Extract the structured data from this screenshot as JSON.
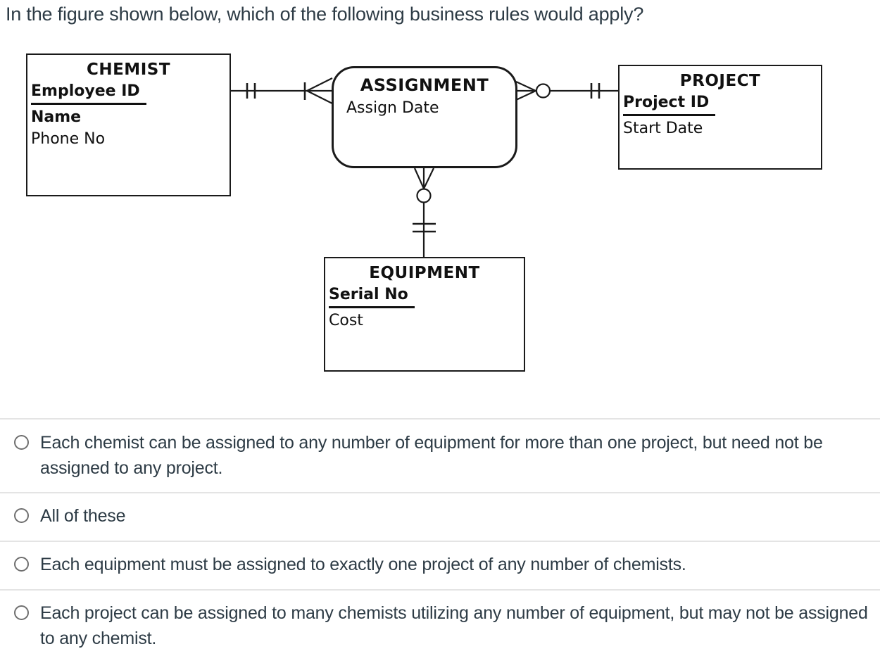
{
  "question": {
    "title": "In the figure shown below, which of the following business rules would apply?"
  },
  "diagram": {
    "entities": {
      "chemist": {
        "title": "CHEMIST",
        "key": "Employee ID",
        "attr_bold": "Name",
        "attr": "Phone No"
      },
      "assignment": {
        "title": "ASSIGNMENT",
        "attr": "Assign Date"
      },
      "project": {
        "title": "PROJECT",
        "key": "Project ID",
        "attr": "Start Date"
      },
      "equipment": {
        "title": "EQUIPMENT",
        "key": "Serial No",
        "attr": "Cost"
      }
    },
    "notation": {
      "chemist_side": "one-and-only-one (double tick)",
      "assignment_left_side": "one-or-many (bar + crow foot)",
      "assignment_right_side": "zero-or-many (crow foot + circle)",
      "project_side": "one-and-only-one (double tick)",
      "assignment_bottom_side": "zero-or-many (crow foot + circle)",
      "equipment_side": "one-and-only-one (double tick)"
    }
  },
  "options": [
    {
      "label": "Each chemist can be assigned to any number of equipment for more than one project, but need not be assigned to any project."
    },
    {
      "label": "All of these"
    },
    {
      "label": "Each equipment must be assigned to exactly one project of any number of chemists."
    },
    {
      "label": "Each project can be assigned to many chemists utilizing any number of equipment, but may not be assigned to any chemist."
    }
  ],
  "colors": {
    "text": "#2d3b45",
    "divider": "#e4e4e4",
    "radio_border": "#6f6f6f",
    "diagram_line": "#1a1a1a"
  }
}
